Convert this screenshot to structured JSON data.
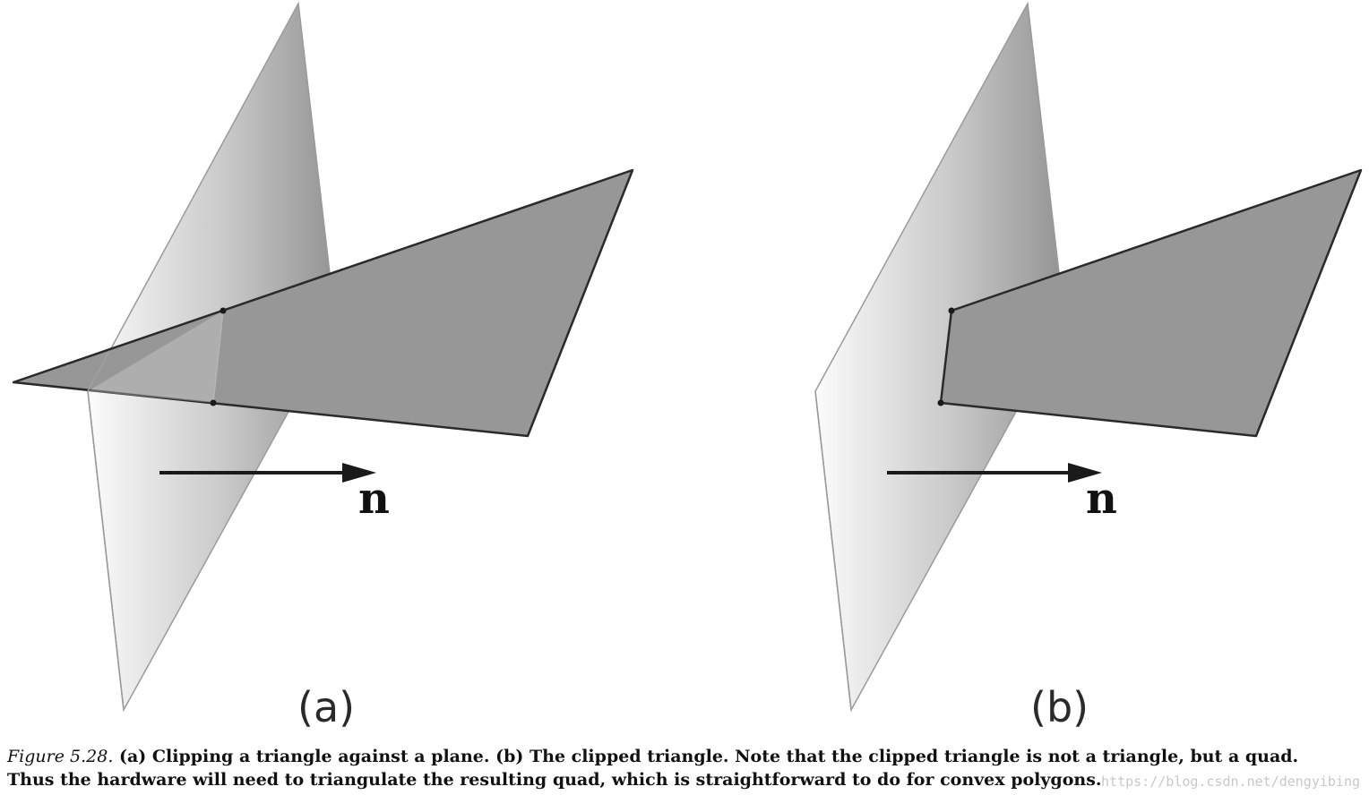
{
  "panels": [
    {
      "label": "(a)",
      "normal_label": "n"
    },
    {
      "label": "(b)",
      "normal_label": "n"
    }
  ],
  "caption": {
    "figure_number": "Figure 5.28.",
    "text": " (a) Clipping a triangle against a plane. (b) The clipped triangle. Note that the clipped triangle is not a triangle, but a quad. Thus the hardware will need to triangulate the resulting quad, which is straightforward to do for convex polygons."
  },
  "watermark": "https://blog.csdn.net/dengyibing",
  "colors": {
    "triangle_fill": "#979797",
    "triangle_stroke": "#2a2a2a",
    "plane_dark": "#8c8c8c",
    "plane_light": "#fafafa",
    "arrow": "#1a1a1a"
  }
}
